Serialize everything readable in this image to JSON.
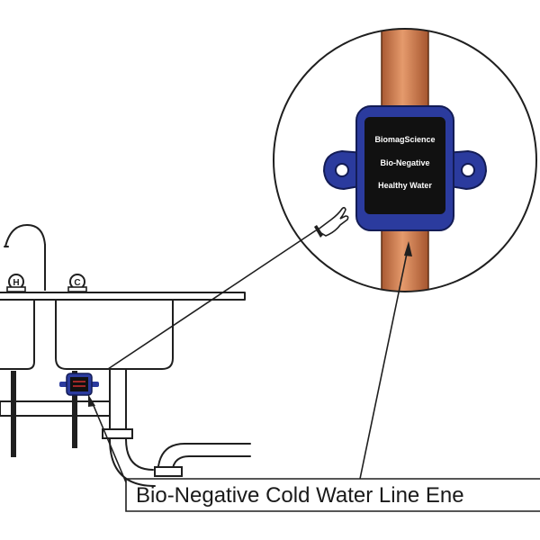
{
  "device": {
    "line1": "BiomagScience",
    "line2": "Bio-Negative",
    "line3": "Healthy Water"
  },
  "faucet": {
    "hot_label": "H",
    "cold_label": "C"
  },
  "caption": "Bio-Negative Cold Water Line Ene",
  "colors": {
    "copper_pipe": "#c8744a",
    "device_blue": "#2b3b9e",
    "device_screen": "#111111",
    "outline": "#1f1f1f"
  }
}
